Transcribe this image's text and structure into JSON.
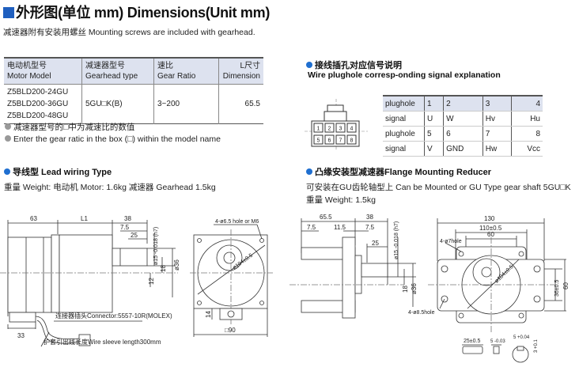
{
  "title": "外形图(单位 mm) Dimensions(Unit mm)",
  "subtitle": "减速器附有安装用螺丝 Mounting screws are included with gearhead.",
  "motor_table": {
    "headers": [
      {
        "cn": "电动机型号",
        "en": "Motor Model"
      },
      {
        "cn": "减速器型号",
        "en": "Gearhead type"
      },
      {
        "cn": "速比",
        "en": "Gear Ratio"
      },
      {
        "cn": "L尺寸",
        "en": "Dimension"
      }
    ],
    "models": [
      "Z5BLD200-24GU",
      "Z5BLD200-36GU",
      "Z5BLD200-48GU"
    ],
    "gearhead": "5GU□K(B)",
    "ratio": "3~200",
    "dimension": "65.5"
  },
  "notes": [
    "减速器型号的□中为减速比的数值",
    "Enter the gear ratic in the box (□) within the model name"
  ],
  "plug_section": {
    "title_cn": "接线插孔对应信号说明",
    "title_en": "Wire plughole corresp-onding signal explanation",
    "pins": [
      "1",
      "2",
      "3",
      "4",
      "5",
      "6",
      "7",
      "8"
    ],
    "rows": [
      [
        "plughole",
        "1",
        "2",
        "3",
        "4"
      ],
      [
        "signal",
        "U",
        "W",
        "Hv",
        "Hu"
      ],
      [
        "plughole",
        "5",
        "6",
        "7",
        "8"
      ],
      [
        "signal",
        "V",
        "GND",
        "Hw",
        "Vcc"
      ]
    ]
  },
  "lead_section": {
    "title": "导线型 Lead wiring Type",
    "weight": "重量 Weight: 电动机 Motor: 1.6kg  减速器 Gearhead 1.5kg",
    "dims": {
      "d63": "63",
      "l1": "L1",
      "d38": "38",
      "d7_5": "7.5",
      "d25": "25",
      "phi15": "ø15 -0.018 (h7)",
      "phi36": "ø36",
      "d18": "18",
      "d12": "12",
      "d33": "33",
      "d14": "14",
      "sq90": "□90",
      "holes": "4-ø6.5 hole or M6",
      "phi104": "ø104±0.5"
    },
    "connector": "连接器插头Connector:5557-10R(MOLEX)",
    "sleeve": "护套引出线长度Wire sleeve length300mm"
  },
  "flange_section": {
    "title": "凸缘安装型减速器Flange Mounting Reducer",
    "mount": "可安装在GU齿轮轴型上 Can be Mounted or GU Type gear shaft 5GU□K",
    "weight": "重量 Weight: 1.5kg",
    "dims": {
      "d65_5": "65.5",
      "d38": "38",
      "d7_5a": "7.5",
      "d11_5": "11.5",
      "d7_5b": "7.5",
      "d25": "25",
      "phi15": "ø15 -0.018 (h7)",
      "phi36": "ø36",
      "d18": "18",
      "d130": "130",
      "d110": "110±0.5",
      "d60": "60",
      "hole7": "4-ø7hole",
      "hole85": "4-ø8.5hole",
      "phi104": "ø104±0.5",
      "d36": "36±0.5",
      "d60v": "60",
      "key25": "25±0.5",
      "key5": "5 -0.03",
      "key5b": "5 +0.04",
      "key3": "3 +0.1"
    }
  }
}
